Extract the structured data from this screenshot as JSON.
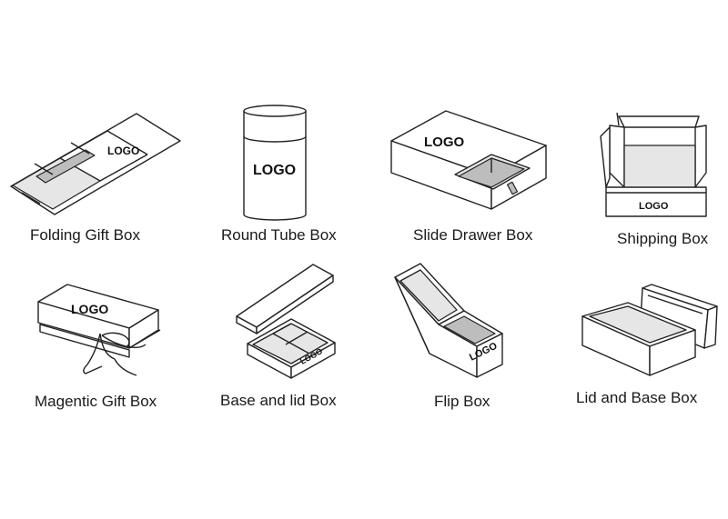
{
  "boxes": [
    {
      "label": "Folding Gift Box",
      "logo": "LOGO",
      "icon": "folding-gift-box-icon"
    },
    {
      "label": "Round Tube Box",
      "logo": "LOGO",
      "icon": "round-tube-box-icon"
    },
    {
      "label": "Slide Drawer Box",
      "logo": "LOGO",
      "icon": "slide-drawer-box-icon"
    },
    {
      "label": "Shipping Box",
      "logo": "LOGO",
      "icon": "shipping-box-icon"
    },
    {
      "label": "Magentic Gift Box",
      "logo": "LOGO",
      "icon": "magnetic-gift-box-icon"
    },
    {
      "label": "Base and lid Box",
      "logo": "LOGO",
      "icon": "base-and-lid-box-icon"
    },
    {
      "label": "Flip Box",
      "logo": "LOGO",
      "icon": "flip-box-icon"
    },
    {
      "label": "Lid and Base Box",
      "icon": "lid-and-base-box-icon"
    }
  ]
}
